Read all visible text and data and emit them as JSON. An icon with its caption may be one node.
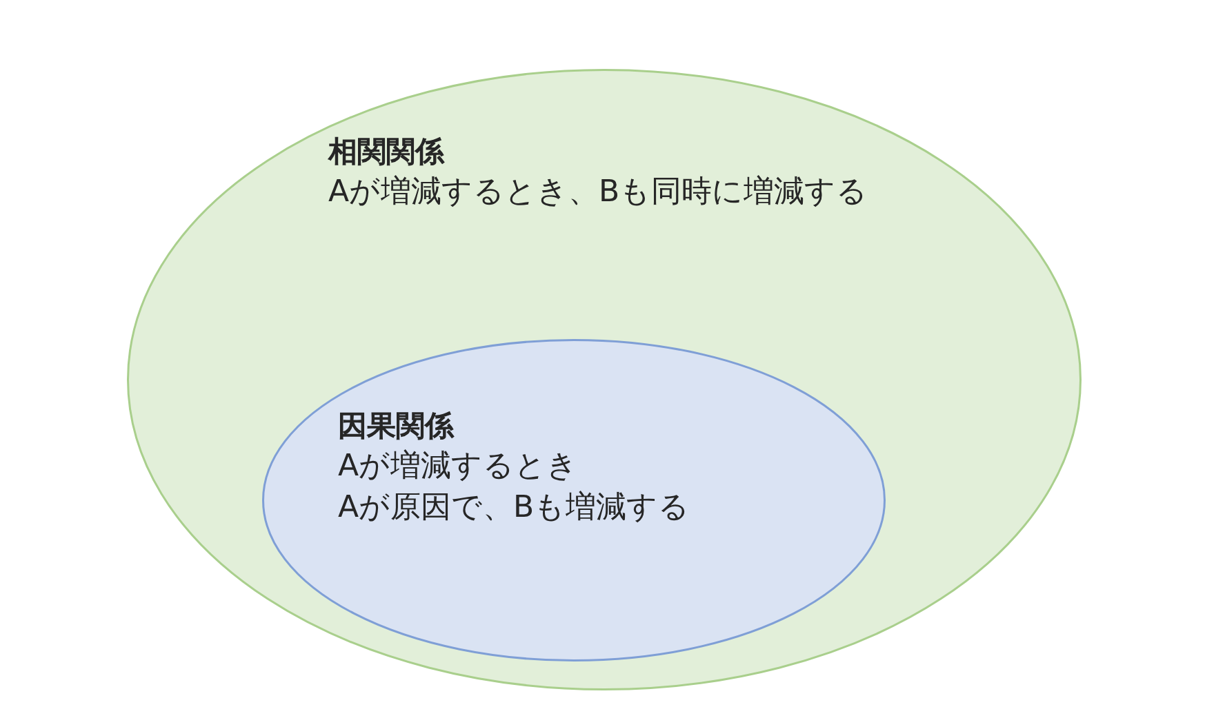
{
  "diagram": {
    "nodes": [
      {
        "text": [
          "相関関係",
          "Aが増減するとき、Bも同時に増減する"
        ]
      },
      {
        "text": [
          "因果関係",
          "Aが増減するとき",
          "Aが原因で、Bも増減する"
        ],
        "in": 0
      }
    ]
  }
}
